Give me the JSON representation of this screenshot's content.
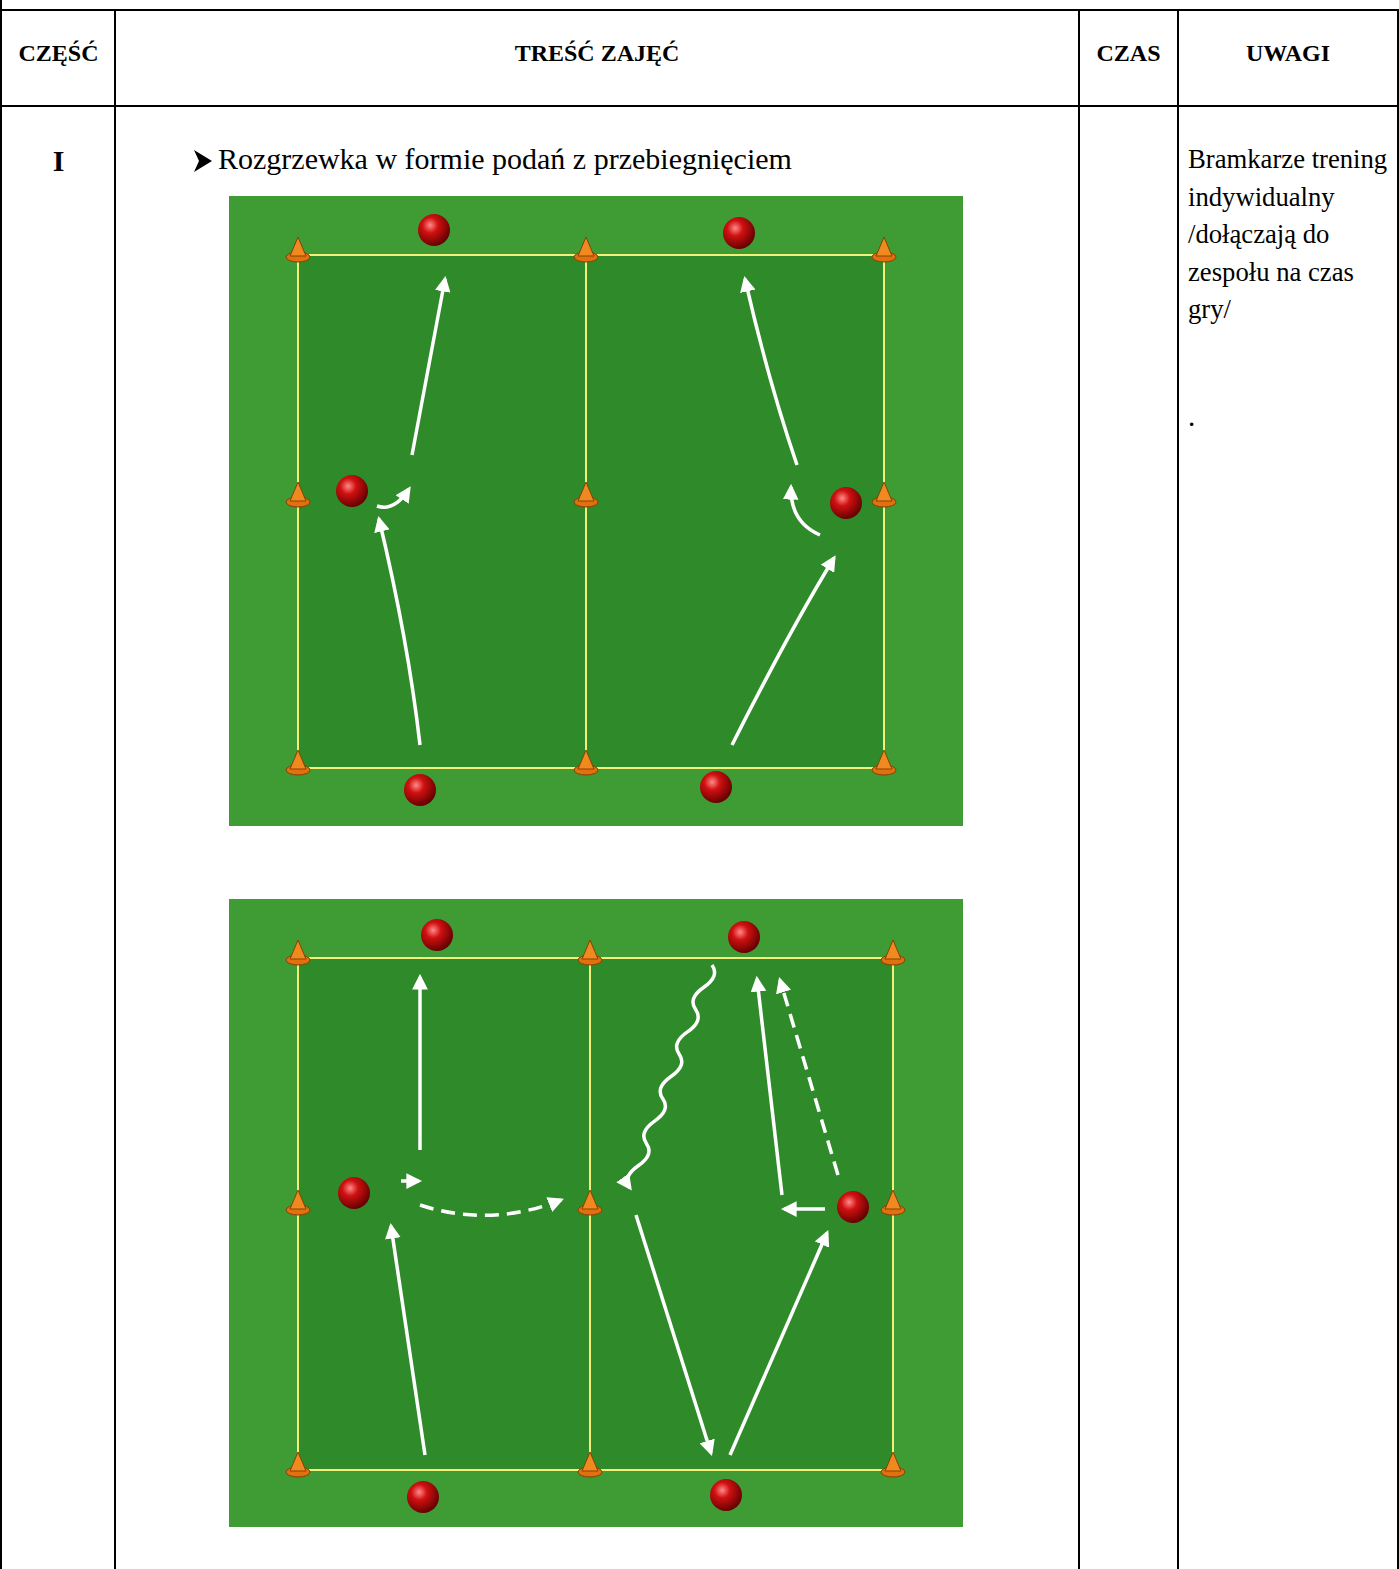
{
  "diagram": {
    "labels": [
      "CZĘŚĆ",
      "TREŚĆ ZAJĘĆ",
      "CZAS",
      "UWAGI",
      "I",
      "Rozgrzewka w formie podań z przebiegnięciem",
      "Bramkarze trening indywidualny /dołączają do zespołu na czas gry/",
      "."
    ]
  }
}
